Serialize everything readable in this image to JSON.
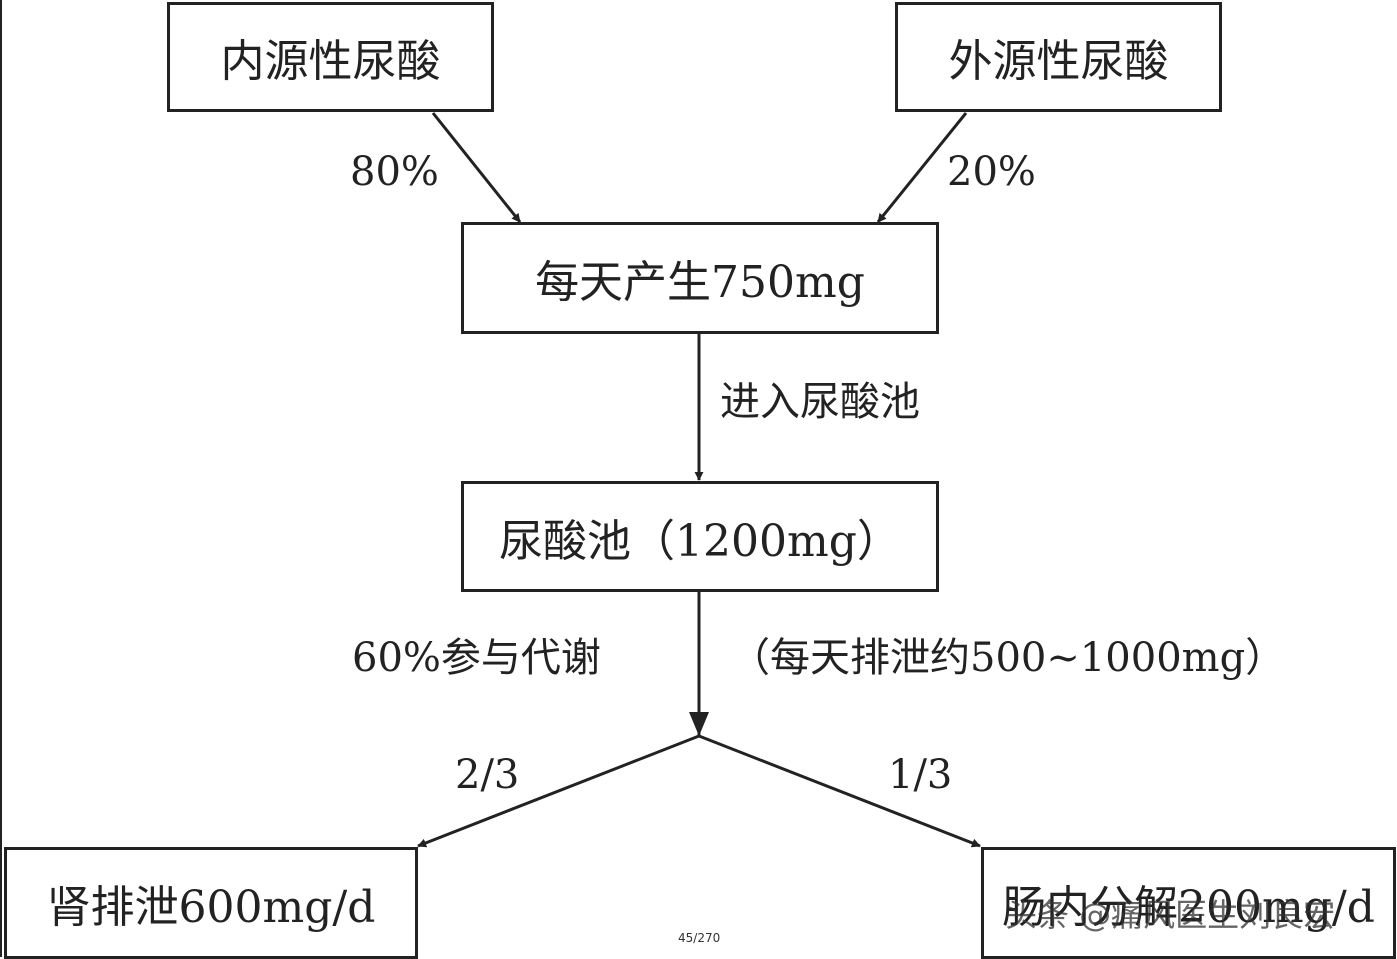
{
  "nodes": {
    "endogenous": "内源性尿酸",
    "exogenous": "外源性尿酸",
    "daily_production": "每天产生750mg",
    "pool": "尿酸池（1200mg）",
    "kidney": "肾排泄600mg/d",
    "intestine": "肠内分解200mg/d"
  },
  "edges": {
    "endogenous_share": "80%",
    "exogenous_share": "20%",
    "enter_pool": "进入尿酸池",
    "metabolism": "60%参与代谢",
    "daily_excretion": "（每天排泄约500~1000mg）",
    "kidney_fraction": "2/3",
    "intestine_fraction": "1/3"
  },
  "footer": {
    "page": "45/270",
    "watermark": "头条 @痛风医生刘良宏"
  }
}
